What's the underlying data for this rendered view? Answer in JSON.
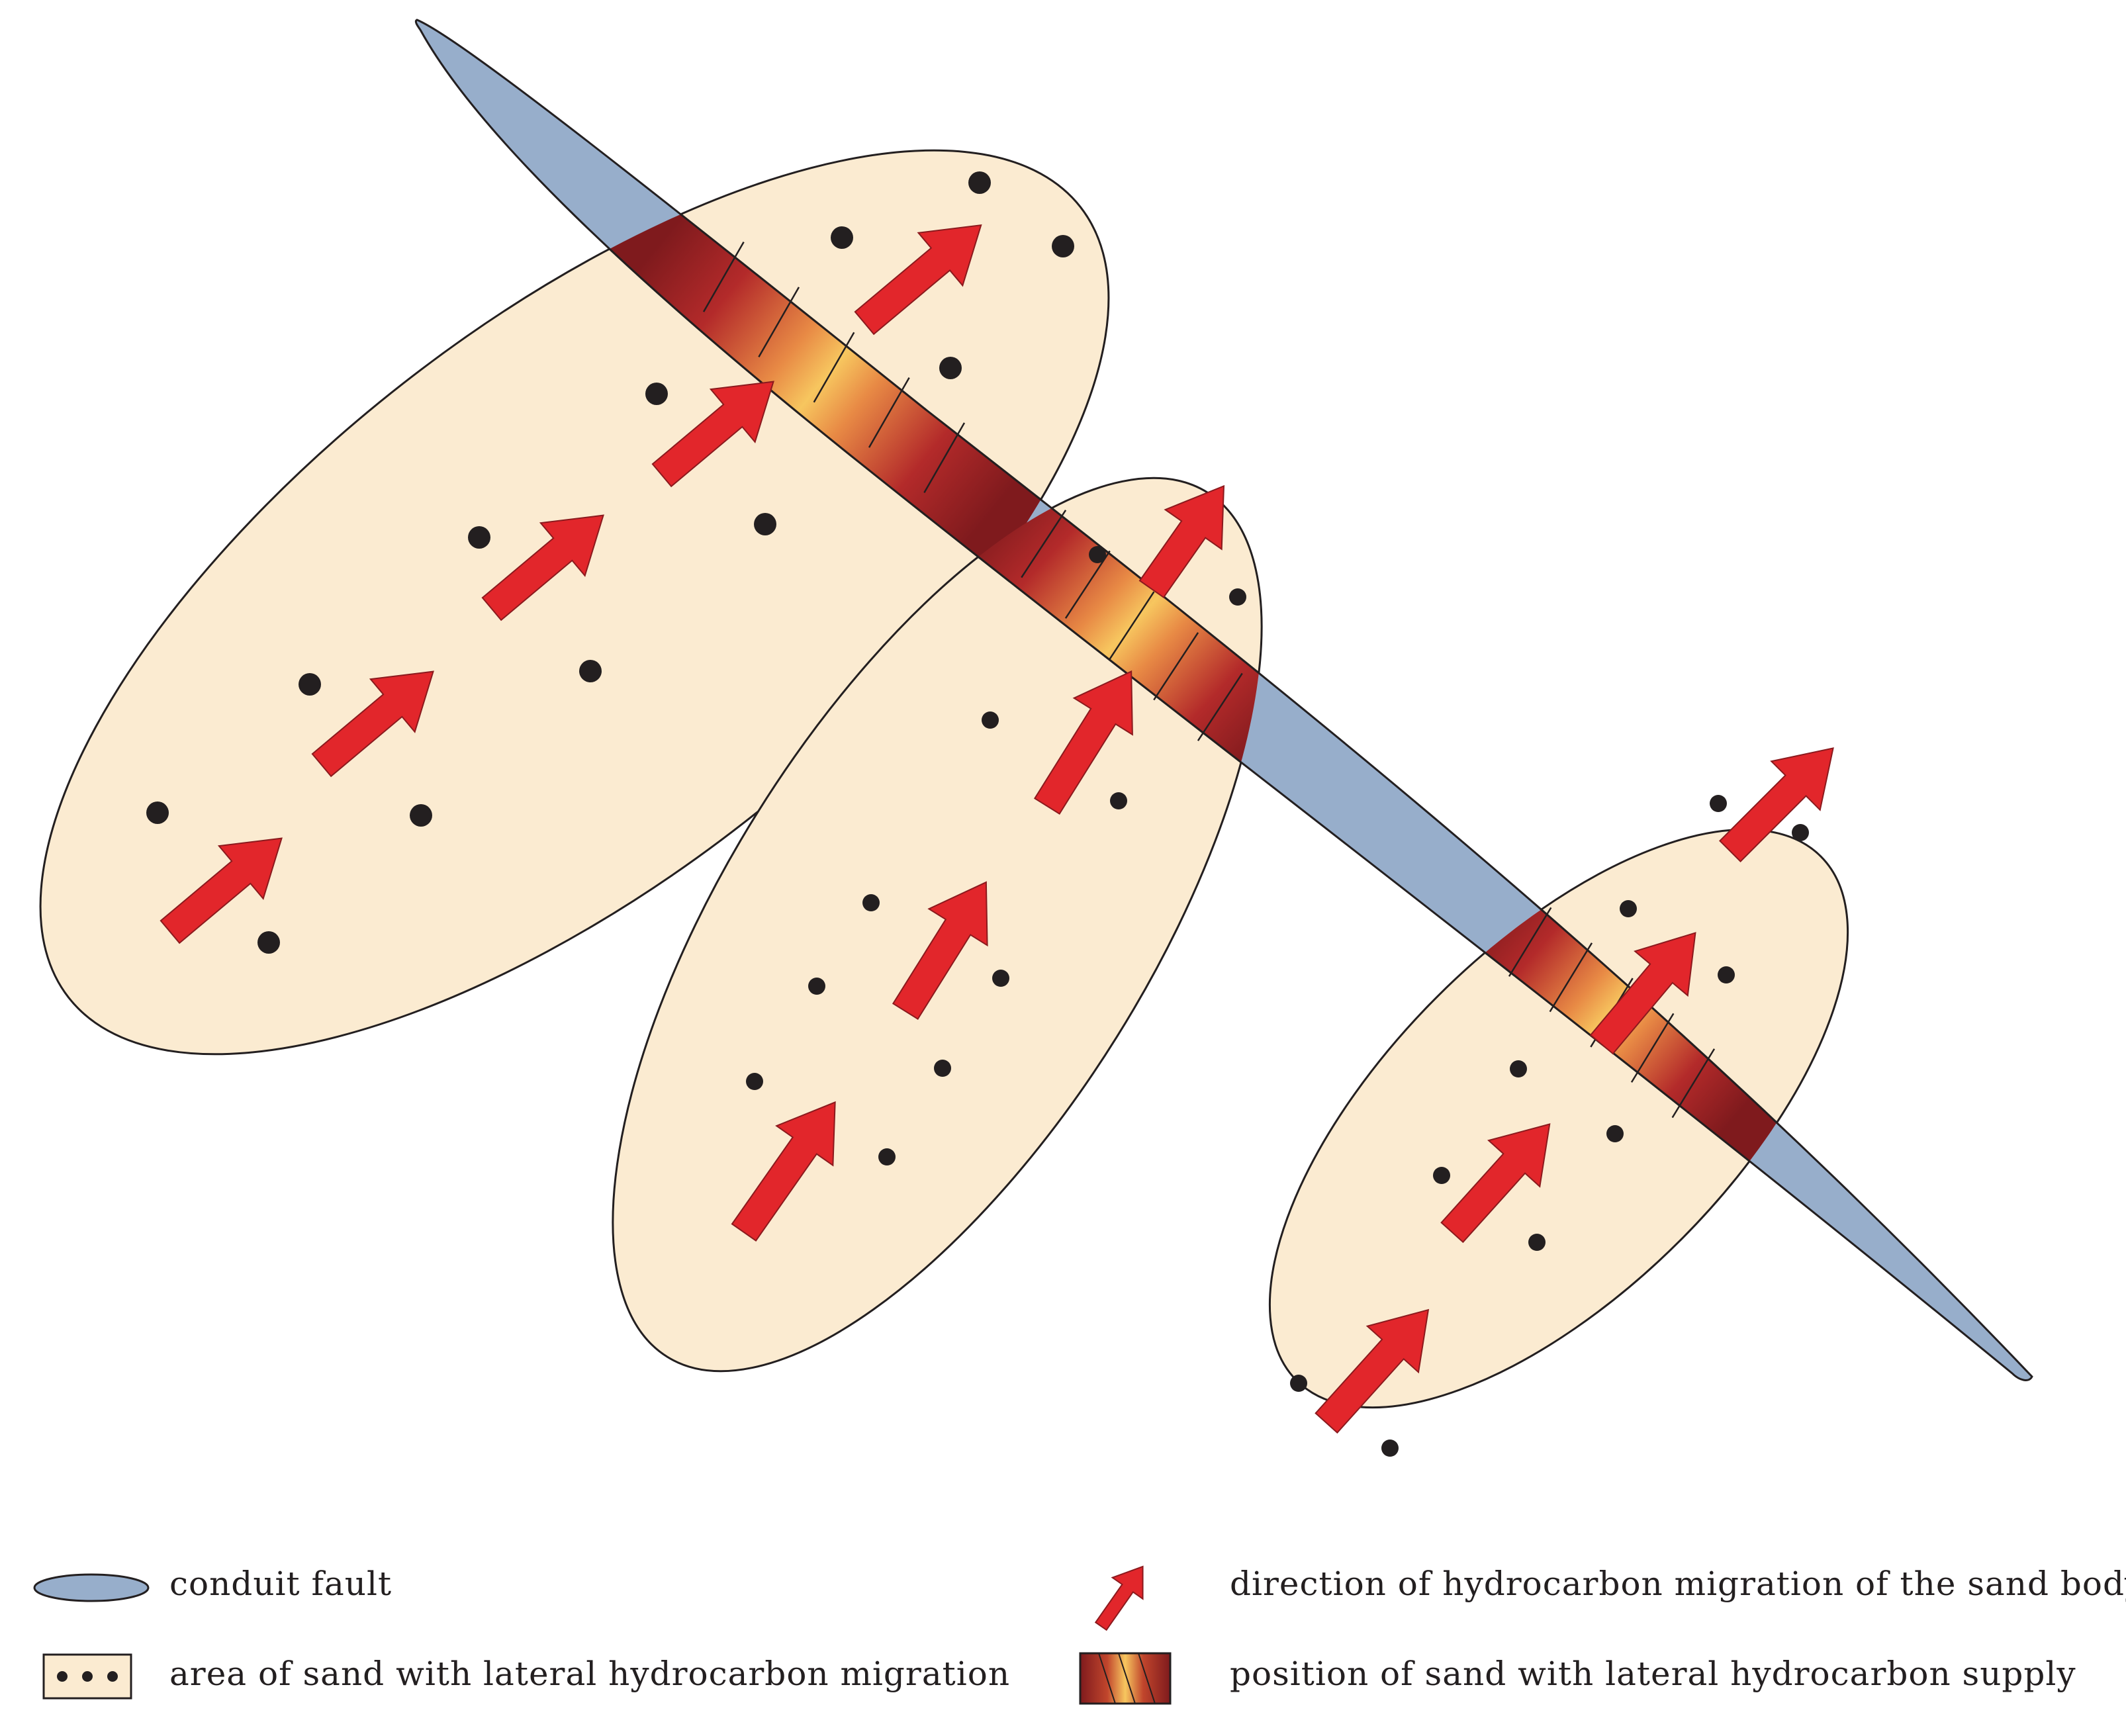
{
  "colors": {
    "fault": "#97aecb",
    "sand": "#fbebd1",
    "outline": "#231f20",
    "arrow": "#e2262b",
    "supply_dark": "#8b1a1e",
    "supply_mid": "#c4462e",
    "supply_light": "#f6be5a",
    "dot": "#231f20"
  },
  "legend": {
    "conduit_fault": "conduit fault",
    "sand_area": "area of sand with lateral hydrocarbon migration",
    "migration_direction": "direction of hydrocarbon migration of the sand body",
    "supply_position": "position of sand with lateral hydrocarbon supply"
  }
}
